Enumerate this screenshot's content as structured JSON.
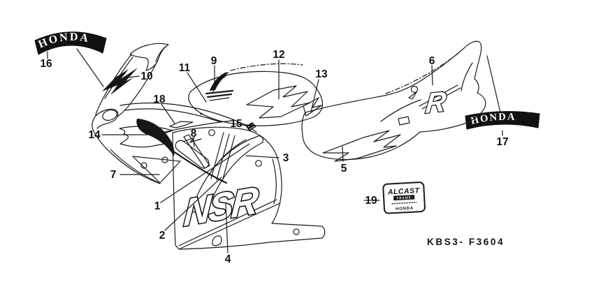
{
  "window": {
    "background": "#ffffff",
    "ink_color": "#1a1a1a"
  },
  "diagram": {
    "drawing_code": "KBS3- F3604",
    "callouts": {
      "c1": "1",
      "c2": "2",
      "c3": "3",
      "c4": "4",
      "c5": "5",
      "c6": "6",
      "c7": "7",
      "c8": "8",
      "c9": "9",
      "c10": "10",
      "c11": "11",
      "c12": "12",
      "c13": "13",
      "c14": "14",
      "c15": "15",
      "c16": "16",
      "c17": "17",
      "c18": "18",
      "c19": "19"
    },
    "stickers": {
      "honda_left": "HONDA",
      "honda_right": "HONDA",
      "nsr": "NSR",
      "r_mark": "R",
      "wing_icon": "honda-wing",
      "alcast": {
        "brand": "ALCAST",
        "bar": "FRAME",
        "footer": "HONDA"
      }
    }
  }
}
